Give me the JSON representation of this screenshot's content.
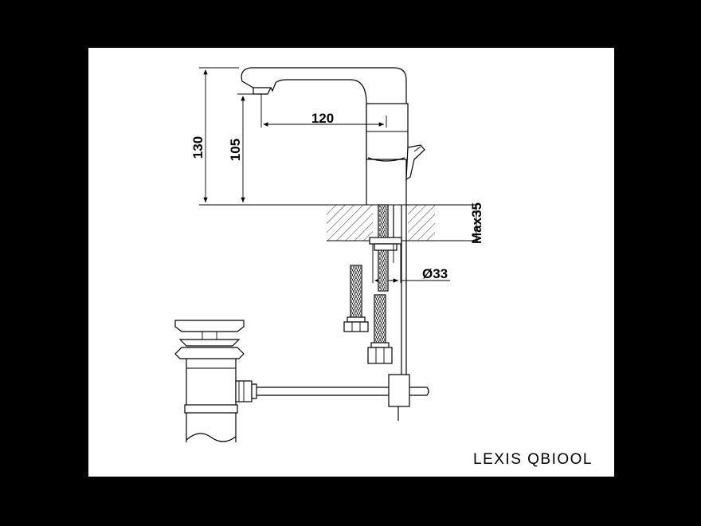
{
  "drawing": {
    "dimensions": {
      "total_height": "130",
      "spout_height": "105",
      "spout_reach": "120",
      "max_deck_thickness": "Max35",
      "hole_diameter": "Ø33"
    },
    "model_label": "LEXIS QBIOOL"
  }
}
